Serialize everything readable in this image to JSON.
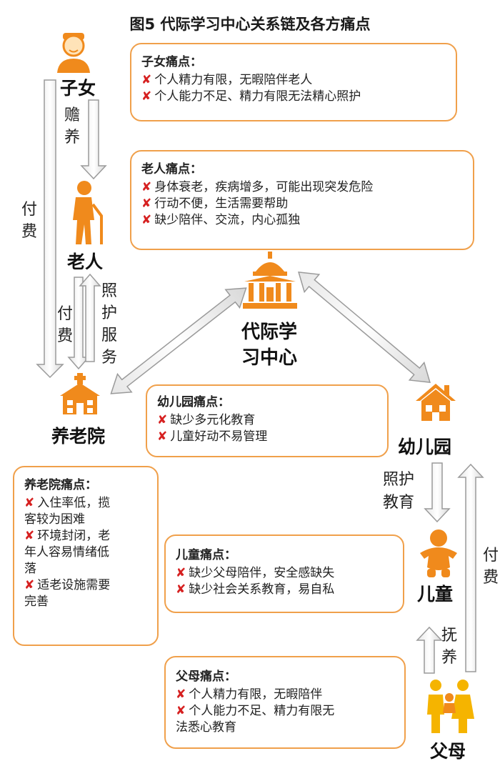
{
  "title": "图5  代际学习中心关系链及各方痛点",
  "nodes": {
    "children_adult": "子女",
    "elderly": "老人",
    "center_line1": "代际学",
    "center_line2": "习中心",
    "nursing_home": "养老院",
    "kindergarten": "幼儿园",
    "child": "儿童",
    "parents": "父母"
  },
  "edges": {
    "support": [
      "赡",
      "养"
    ],
    "pay_left": [
      "付",
      "费"
    ],
    "pay_inner": [
      "付",
      "费"
    ],
    "care_service": [
      "照",
      "护",
      "服",
      "务"
    ],
    "care_edu_1": "照护",
    "care_edu_2": "教育",
    "pay_right": [
      "付",
      "费"
    ],
    "raise": [
      "抚",
      "养"
    ]
  },
  "boxes": {
    "children_pain": {
      "title": "子女痛点：",
      "items": [
        "个人精力有限，无暇陪伴老人",
        "个人能力不足、精力有限无法精心照护"
      ]
    },
    "elderly_pain": {
      "title": "老人痛点：",
      "items": [
        "身体衰老，疾病增多，可能出现突发危险",
        "行动不便，生活需要帮助",
        "缺少陪伴、交流，内心孤独"
      ]
    },
    "kindergarten_pain": {
      "title": "幼儿园痛点：",
      "items": [
        "缺少多元化教育",
        "儿童好动不易管理"
      ]
    },
    "nursing_pain": {
      "title": "养老院痛点：",
      "items": [
        "入住率低，揽",
        "客较为困难",
        "环境封闭，老",
        "年人容易情绪低",
        "落",
        "适老设施需要",
        "完善"
      ]
    },
    "child_pain": {
      "title": "儿童痛点：",
      "items": [
        "缺少父母陪伴，安全感缺失",
        "缺少社会关系教育，易自私"
      ]
    },
    "parents_pain": {
      "title": "父母痛点：",
      "items": [
        "个人精力有限，无暇陪伴",
        "个人能力不足、精力有限无",
        "法悉心教育"
      ]
    }
  },
  "colors": {
    "accent": "#f08a1c",
    "box_border": "#f0a04b",
    "arrow_fill": "#ffffff",
    "arrow_stroke": "#9a9a9a",
    "cross": "#d62020"
  },
  "icons": [
    "person-icon",
    "elderly-cane-icon",
    "building-columns-icon",
    "nursing-home-icon",
    "house-icon",
    "baby-icon",
    "family-icon"
  ]
}
